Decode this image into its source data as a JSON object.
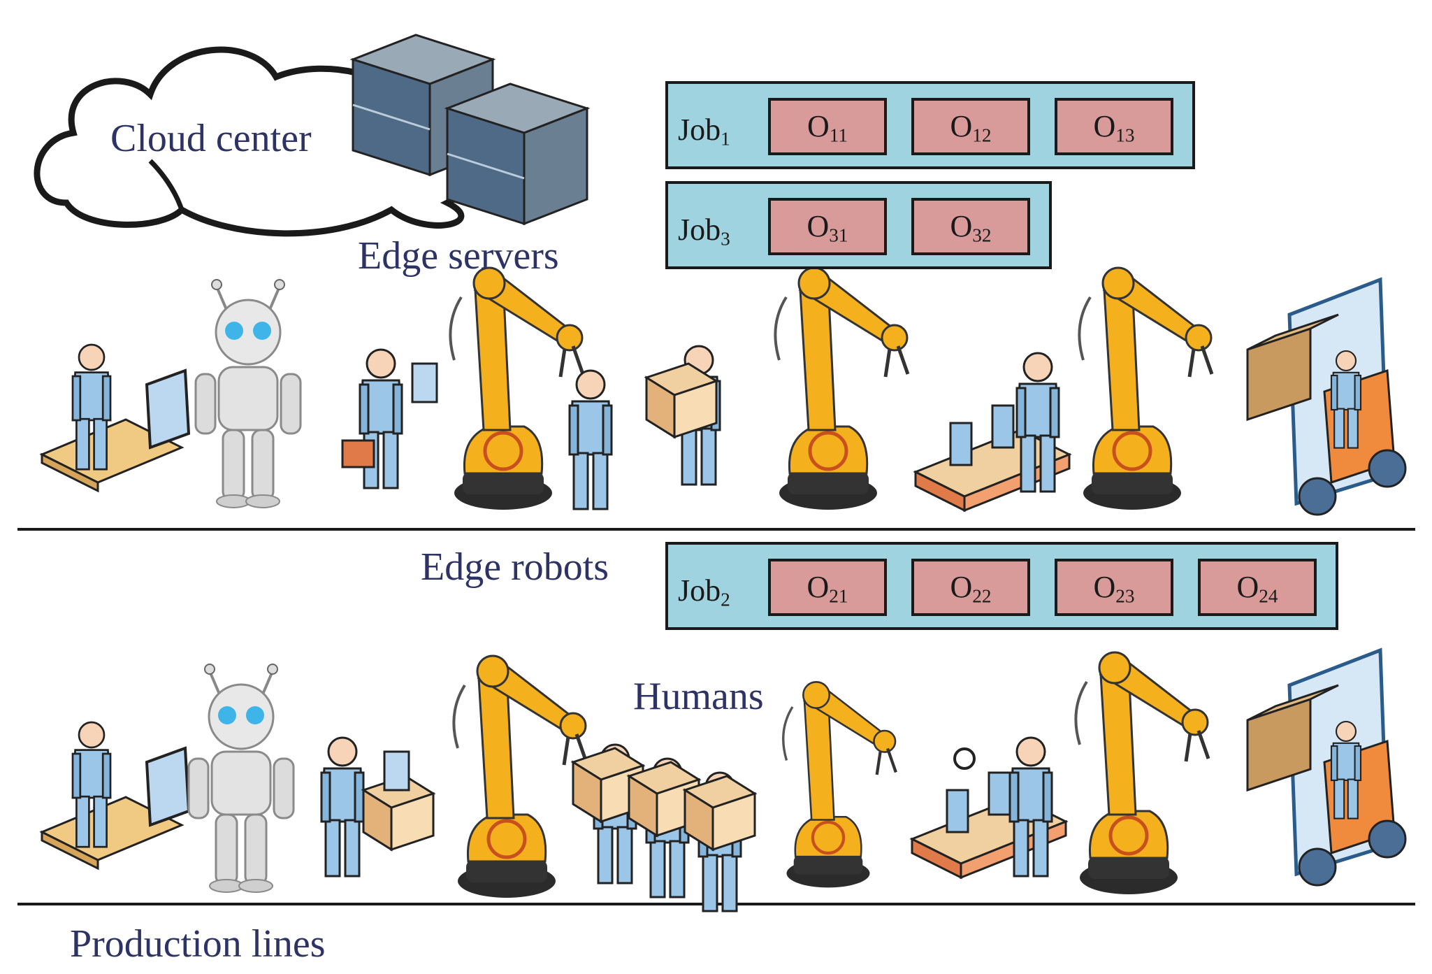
{
  "labels": {
    "cloud_center": "Cloud center",
    "edge_servers": "Edge servers",
    "edge_robots": "Edge robots",
    "humans": "Humans",
    "production_lines": "Production lines"
  },
  "jobs": [
    {
      "name": "Job",
      "index": "1",
      "operations": [
        {
          "name": "O",
          "index": "11"
        },
        {
          "name": "O",
          "index": "12"
        },
        {
          "name": "O",
          "index": "13"
        }
      ]
    },
    {
      "name": "Job",
      "index": "3",
      "operations": [
        {
          "name": "O",
          "index": "31"
        },
        {
          "name": "O",
          "index": "32"
        }
      ]
    },
    {
      "name": "Job",
      "index": "2",
      "operations": [
        {
          "name": "O",
          "index": "21"
        },
        {
          "name": "O",
          "index": "22"
        },
        {
          "name": "O",
          "index": "23"
        },
        {
          "name": "O",
          "index": "24"
        }
      ]
    }
  ],
  "icons": [
    "cloud-icon",
    "edge-server-icon",
    "engineer-at-desk-icon",
    "humanoid-robot-icon",
    "worker-with-tablet-icon",
    "robotic-arm-icon",
    "worker-carrying-box-icon",
    "assembly-line-icon",
    "forklift-icon",
    "packing-worker-icon",
    "inspector-icon"
  ],
  "colors": {
    "label_text": "#2e3366",
    "job_fill": "#9fd3df",
    "operation_fill": "#d99a9a",
    "robot_yellow": "#f5b01e",
    "worker_blue": "#9cc6e8"
  }
}
